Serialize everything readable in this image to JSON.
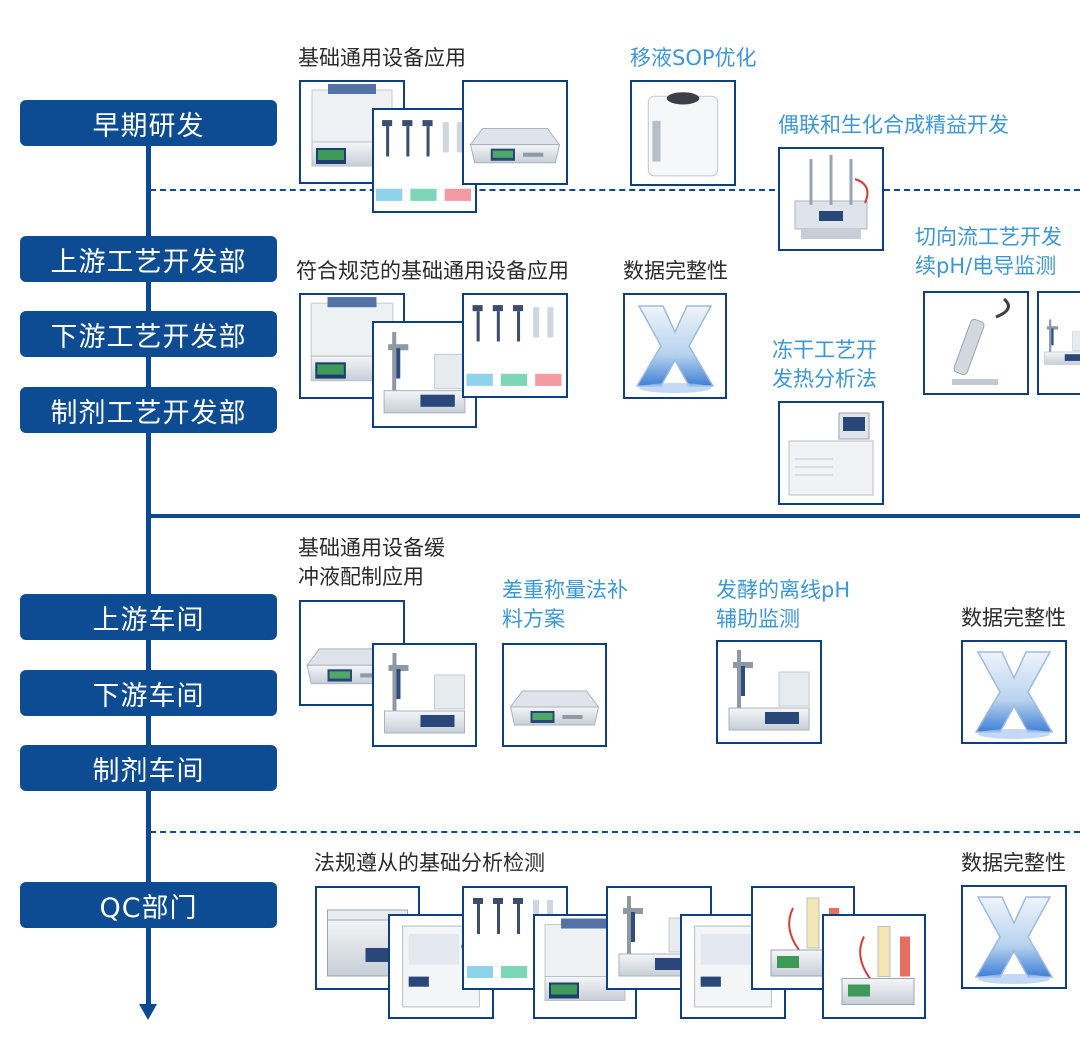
{
  "colors": {
    "brand": "#0d4c92",
    "label_dark": "#2b2b2b",
    "label_blue": "#3b98d6"
  },
  "departments": {
    "early_rd": "早期研发",
    "upstream_process": "上游工艺开发部",
    "downstream_process": "下游工艺开发部",
    "formulation_process": "制剂工艺开发部",
    "upstream_workshop": "上游车间",
    "downstream_workshop": "下游车间",
    "formulation_workshop": "制剂车间",
    "qc": "QC部门"
  },
  "labels": {
    "basic_equipment": "基础通用设备应用",
    "pipetting_sop": "移液SOP优化",
    "coupling_lean": "偶联和生化合成精益开发",
    "compliant_equipment": "符合规范的基础通用设备应用",
    "data_integrity_1": "数据完整性",
    "tff_line1": "切向流工艺开发",
    "tff_line2": "续pH/电导监测",
    "lyo_line1": "冻干工艺开",
    "lyo_line2": "发热分析法",
    "buffer_line1": "基础通用设备缓",
    "buffer_line2": "冲液配制应用",
    "weighing_line1": "差重称量法补",
    "weighing_line2": "料方案",
    "ferment_line1": "发酵的离线pH",
    "ferment_line2": "辅助监测",
    "data_integrity_2": "数据完整性",
    "qc_analysis": "法规遵从的基础分析检测",
    "data_integrity_3": "数据完整性"
  },
  "icons": [
    "balance-icon",
    "pipette-icon",
    "ph-meter-icon",
    "vortex-icon",
    "reactor-icon",
    "probe-icon",
    "dsc-icon",
    "data-x-icon",
    "water-bath-icon",
    "titrator-icon",
    "incubator-icon"
  ]
}
